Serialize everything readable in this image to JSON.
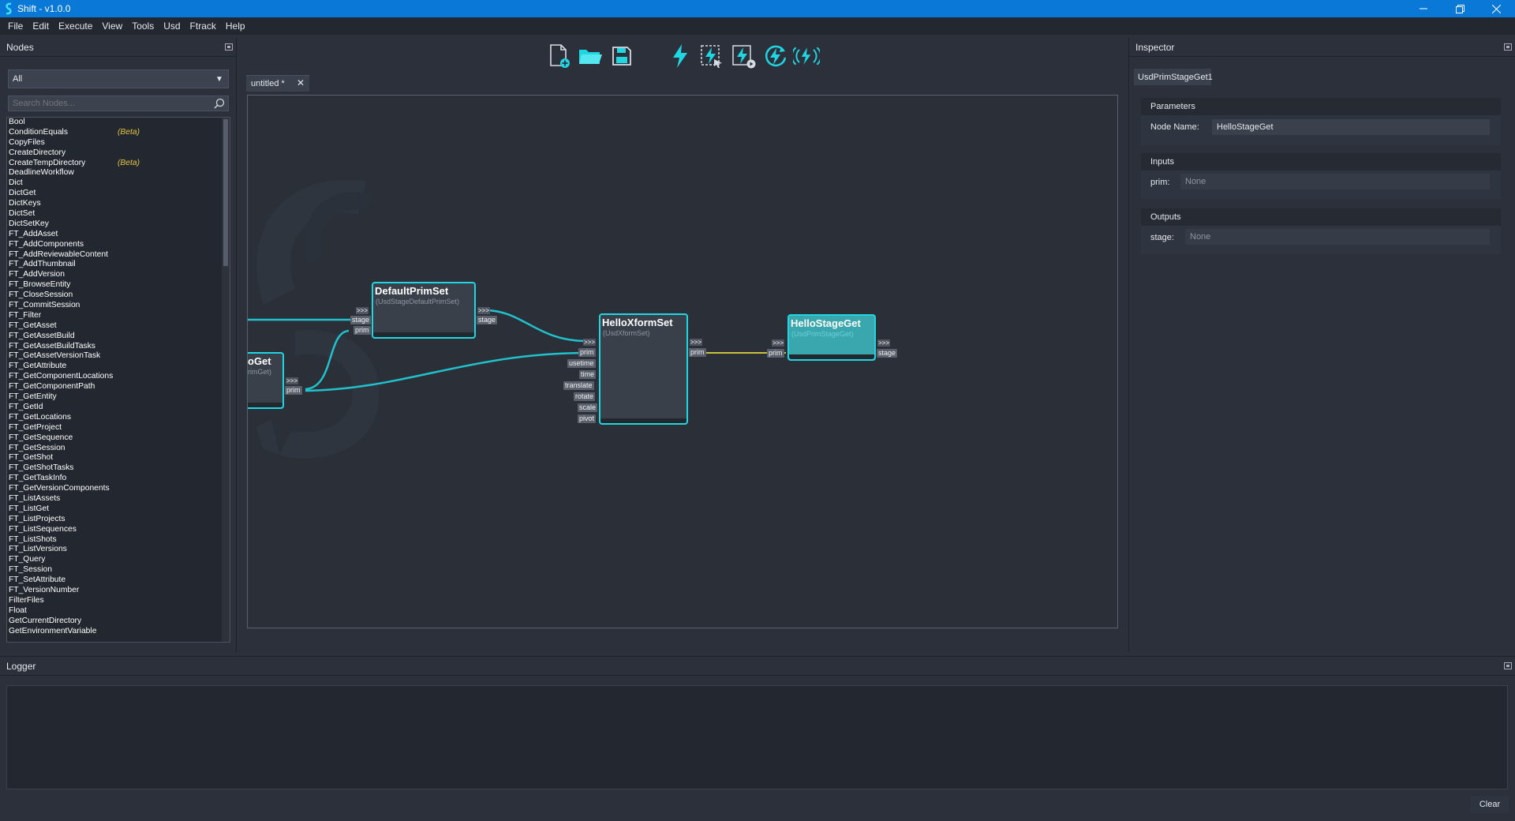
{
  "window": {
    "title": "Shift - v1.0.0",
    "icon": "shift-logo-icon"
  },
  "menu": [
    "File",
    "Edit",
    "Execute",
    "View",
    "Tools",
    "Usd",
    "Ftrack",
    "Help"
  ],
  "nodes_panel": {
    "title": "Nodes",
    "filter_value": "All",
    "search_placeholder": "Search Nodes...",
    "items": [
      {
        "label": "Bool",
        "tag": ""
      },
      {
        "label": "ConditionEquals",
        "tag": "(Beta)"
      },
      {
        "label": "CopyFiles",
        "tag": ""
      },
      {
        "label": "CreateDirectory",
        "tag": ""
      },
      {
        "label": "CreateTempDirectory",
        "tag": "(Beta)"
      },
      {
        "label": "DeadlineWorkflow",
        "tag": ""
      },
      {
        "label": "Dict",
        "tag": ""
      },
      {
        "label": "DictGet",
        "tag": ""
      },
      {
        "label": "DictKeys",
        "tag": ""
      },
      {
        "label": "DictSet",
        "tag": ""
      },
      {
        "label": "DictSetKey",
        "tag": ""
      },
      {
        "label": "FT_AddAsset",
        "tag": ""
      },
      {
        "label": "FT_AddComponents",
        "tag": ""
      },
      {
        "label": "FT_AddReviewableContent",
        "tag": ""
      },
      {
        "label": "FT_AddThumbnail",
        "tag": ""
      },
      {
        "label": "FT_AddVersion",
        "tag": ""
      },
      {
        "label": "FT_BrowseEntity",
        "tag": ""
      },
      {
        "label": "FT_CloseSession",
        "tag": ""
      },
      {
        "label": "FT_CommitSession",
        "tag": ""
      },
      {
        "label": "FT_Filter",
        "tag": ""
      },
      {
        "label": "FT_GetAsset",
        "tag": ""
      },
      {
        "label": "FT_GetAssetBuild",
        "tag": ""
      },
      {
        "label": "FT_GetAssetBuildTasks",
        "tag": ""
      },
      {
        "label": "FT_GetAssetVersionTask",
        "tag": ""
      },
      {
        "label": "FT_GetAttribute",
        "tag": ""
      },
      {
        "label": "FT_GetComponentLocations",
        "tag": ""
      },
      {
        "label": "FT_GetComponentPath",
        "tag": ""
      },
      {
        "label": "FT_GetEntity",
        "tag": ""
      },
      {
        "label": "FT_GetId",
        "tag": ""
      },
      {
        "label": "FT_GetLocations",
        "tag": ""
      },
      {
        "label": "FT_GetProject",
        "tag": ""
      },
      {
        "label": "FT_GetSequence",
        "tag": ""
      },
      {
        "label": "FT_GetSession",
        "tag": ""
      },
      {
        "label": "FT_GetShot",
        "tag": ""
      },
      {
        "label": "FT_GetShotTasks",
        "tag": ""
      },
      {
        "label": "FT_GetTaskInfo",
        "tag": ""
      },
      {
        "label": "FT_GetVersionComponents",
        "tag": ""
      },
      {
        "label": "FT_ListAssets",
        "tag": ""
      },
      {
        "label": "FT_ListGet",
        "tag": ""
      },
      {
        "label": "FT_ListProjects",
        "tag": ""
      },
      {
        "label": "FT_ListSequences",
        "tag": ""
      },
      {
        "label": "FT_ListShots",
        "tag": ""
      },
      {
        "label": "FT_ListVersions",
        "tag": ""
      },
      {
        "label": "FT_Query",
        "tag": ""
      },
      {
        "label": "FT_Session",
        "tag": ""
      },
      {
        "label": "FT_SetAttribute",
        "tag": ""
      },
      {
        "label": "FT_VersionNumber",
        "tag": ""
      },
      {
        "label": "FilterFiles",
        "tag": ""
      },
      {
        "label": "Float",
        "tag": ""
      },
      {
        "label": "GetCurrentDirectory",
        "tag": ""
      },
      {
        "label": "GetEnvironmentVariable",
        "tag": ""
      }
    ]
  },
  "toolbar": {
    "icons": [
      "new-file-icon",
      "open-folder-icon",
      "save-icon",
      "execute-icon",
      "execute-selected-icon",
      "execute-from-selected-icon",
      "execute-async-icon",
      "execute-broadcast-icon"
    ],
    "accent": "#20d6e2"
  },
  "graph": {
    "tab_label": "untitled *",
    "tab_close": "✕",
    "nodes": [
      {
        "id": "partial",
        "title": "oGet",
        "subtitle": "rimGet)",
        "out_ports": [
          "prim"
        ]
      },
      {
        "id": "defaultprimset",
        "title": "DefaultPrimSet",
        "subtitle": "(UsdStageDefaultPrimSet)",
        "in_ports": [
          "stage",
          "prim"
        ],
        "out_ports": [
          "stage"
        ]
      },
      {
        "id": "helloxformset",
        "title": "HelloXformSet",
        "subtitle": "(UsdXformSet)",
        "in_ports": [
          "prim",
          "usetime",
          "time",
          "translate",
          "rotate",
          "scale",
          "pivot"
        ],
        "out_ports": [
          "prim"
        ]
      },
      {
        "id": "hellostageget",
        "title": "HelloStageGet",
        "subtitle": "(UsdPrimStageGet)",
        "in_ports": [
          "prim"
        ],
        "out_ports": [
          "stage"
        ],
        "selected": true
      }
    ],
    "exec_marker": ">>>",
    "connection_color": "#21c2cc",
    "selected_connection_color": "#c9c43a"
  },
  "inspector": {
    "title": "Inspector",
    "node_tab": "UsdPrimStageGet1",
    "parameters": {
      "header": "Parameters",
      "node_name_label": "Node Name:",
      "node_name_value": "HelloStageGet"
    },
    "inputs": {
      "header": "Inputs",
      "prim_label": "prim:",
      "prim_value": "None"
    },
    "outputs": {
      "header": "Outputs",
      "stage_label": "stage:",
      "stage_value": "None"
    }
  },
  "logger": {
    "title": "Logger",
    "clear_label": "Clear"
  }
}
